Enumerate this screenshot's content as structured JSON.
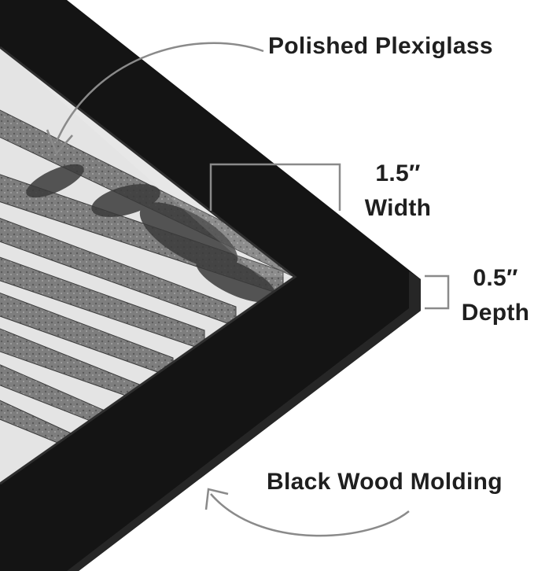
{
  "callouts": {
    "plexiglass": "Polished Plexiglass",
    "width_value": "1.5″",
    "width_label": "Width",
    "depth_value": "0.5″",
    "depth_label": "Depth",
    "molding": "Black Wood Molding"
  },
  "colors": {
    "frame": "#141414",
    "frame_edge": "#262626",
    "photo_light": "#e9e9e9",
    "trunk": "#8f8f8f",
    "annotation_line": "#8a8a8a",
    "text": "#1f1f1f"
  }
}
